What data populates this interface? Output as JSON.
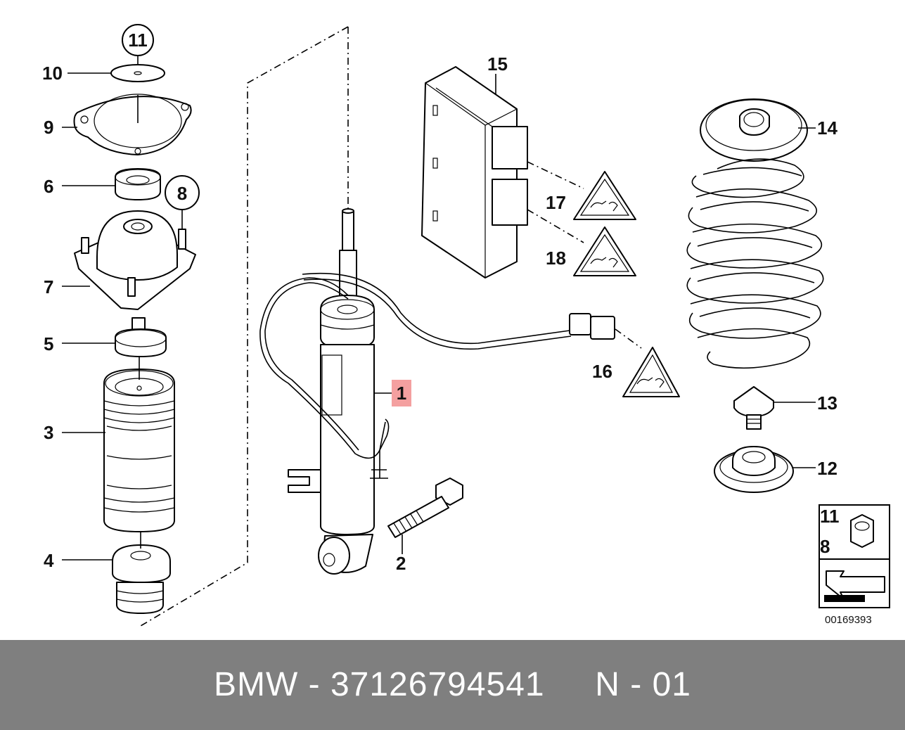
{
  "labels": {
    "p1": "1",
    "p2": "2",
    "p3": "3",
    "p4": "4",
    "p5": "5",
    "p6": "6",
    "p7": "7",
    "p8": "8",
    "p9": "9",
    "p10": "10",
    "p11": "11",
    "p12": "12",
    "p13": "13",
    "p14": "14",
    "p15": "15",
    "p16": "16",
    "p17": "17",
    "p18": "18",
    "legend_top": "11",
    "legend_bottom": "8"
  },
  "diagram_number": "00169393",
  "footer": {
    "text": "BMW - 37126794541     N - 01"
  },
  "colors": {
    "highlight": "#f4a0a0",
    "footer_bg": "#7f7f7f",
    "footer_text": "#ffffff"
  }
}
